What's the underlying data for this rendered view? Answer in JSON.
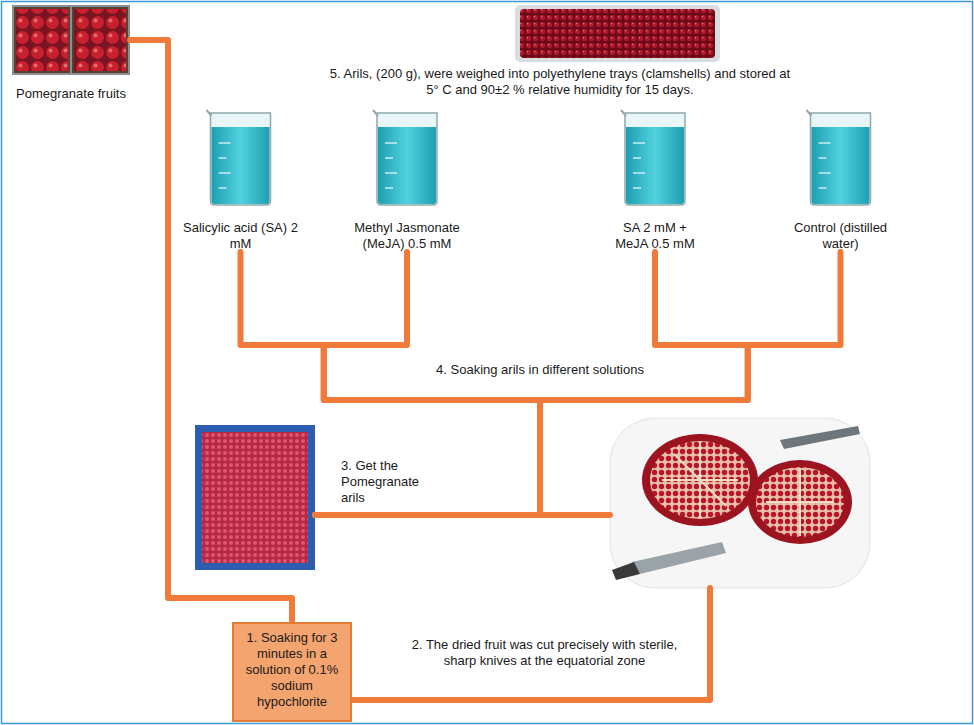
{
  "diagram": {
    "nodes": [
      {
        "text": [
          "Pomegranate fruits"
        ]
      },
      {
        "text": [
          "5. Arils, (200 g), were weighed into polyethylene trays (clamshells) and stored at 5° C and 90±2 % relative humidity for 15 days."
        ]
      },
      {
        "text": [
          "Salicylic acid (SA) 2 mM"
        ]
      },
      {
        "text": [
          "Methyl Jasmonate (MeJA) 0.5 mM"
        ]
      },
      {
        "text": [
          "SA 2 mM + MeJA 0.5 mM"
        ]
      },
      {
        "text": [
          "Control (distilled water)"
        ]
      },
      {
        "text": [
          "3. Get the Pomegranate arils"
        ]
      },
      {
        "text": []
      },
      {
        "text": [
          "1. Soaking for 3 minutes in a solution of 0.1% sodium hypochlorite"
        ]
      }
    ],
    "edges": [
      {
        "from": 0,
        "to": 8,
        "arrow": "none"
      },
      {
        "from": 8,
        "to": 7,
        "arrow": "none",
        "label": "2. The dried fruit was cut precisely with sterile, sharp knives at the equatorial zone"
      },
      {
        "from": 7,
        "to": 6,
        "arrow": "none"
      },
      {
        "from": 6,
        "to": 2,
        "arrow": "none"
      },
      {
        "from": 6,
        "to": 3,
        "arrow": "none"
      },
      {
        "from": 6,
        "to": 4,
        "arrow": "none"
      },
      {
        "from": 6,
        "to": 5,
        "arrow": "none"
      }
    ],
    "labels": [
      "4. Soaking arils in different solutions"
    ]
  }
}
